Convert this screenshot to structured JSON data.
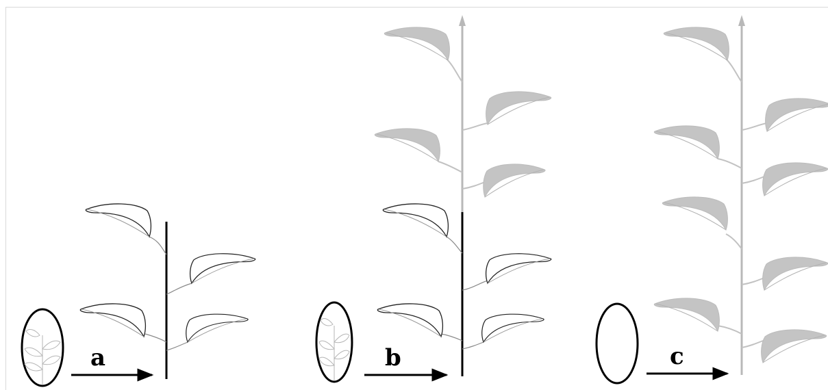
{
  "panels": [
    {
      "id": "a",
      "label": "a"
    },
    {
      "id": "b",
      "label": "b"
    },
    {
      "id": "c",
      "label": "c"
    }
  ],
  "colors": {
    "young_leaf_stroke": "#222222",
    "mature_leaf_fill": "#c4c4c4",
    "stem_dark": "#000000",
    "stem_grey": "#b8b8b8"
  }
}
